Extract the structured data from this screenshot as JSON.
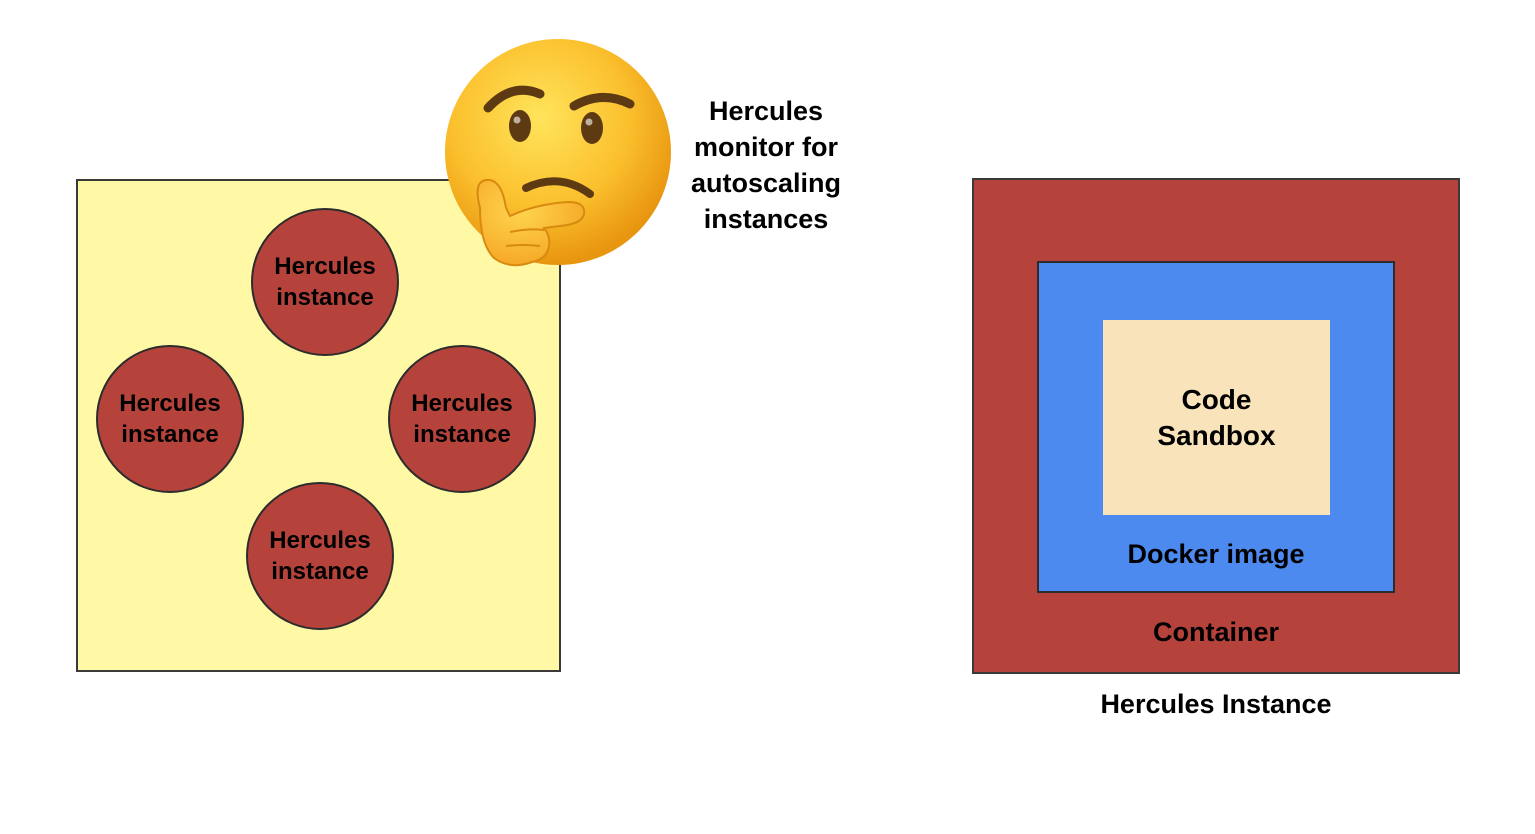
{
  "pool": {
    "instances": [
      {
        "label": "Hercules\ninstance"
      },
      {
        "label": "Hercules\ninstance"
      },
      {
        "label": "Hercules\ninstance"
      },
      {
        "label": "Hercules\ninstance"
      }
    ]
  },
  "monitor": {
    "label": "Hercules\nmonitor for\nautoscaling\ninstances",
    "icon": "thinking-face-icon"
  },
  "instance_detail": {
    "sandbox_label": "Code\nSandbox",
    "docker_label": "Docker image",
    "container_label": "Container",
    "caption": "Hercules Instance"
  },
  "colors": {
    "pool_fill": "#fff9a6",
    "instance_fill": "#b5433c",
    "docker_fill": "#4d8af0",
    "sandbox_fill": "#f8e3ba"
  }
}
